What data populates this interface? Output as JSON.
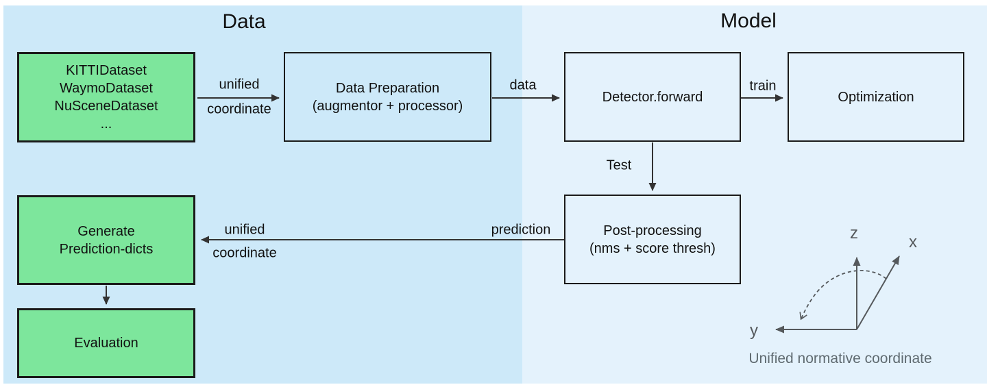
{
  "sections": {
    "data": {
      "title": "Data"
    },
    "model": {
      "title": "Model"
    }
  },
  "nodes": {
    "datasets": {
      "lines": [
        "KITTIDataset",
        "WaymoDataset",
        "NuSceneDataset",
        "..."
      ]
    },
    "data_preparation": {
      "lines": [
        "Data Preparation",
        "(augmentor + processor)"
      ]
    },
    "detector_forward": {
      "label": "Detector.forward"
    },
    "optimization": {
      "label": "Optimization"
    },
    "post_processing": {
      "lines": [
        "Post-processing",
        "(nms + score thresh)"
      ]
    },
    "generate_prediction_dicts": {
      "lines": [
        "Generate",
        "Prediction-dicts"
      ]
    },
    "evaluation": {
      "label": "Evaluation"
    }
  },
  "edges": {
    "datasets_to_preparation": {
      "label_top": "unified",
      "label_bottom": "coordinate"
    },
    "preparation_to_detector": {
      "label": "data"
    },
    "detector_to_optimization": {
      "label": "train"
    },
    "detector_to_postprocessing": {
      "label": "Test"
    },
    "postprocessing_to_generate": {
      "label_right": "prediction",
      "label_top": "unified",
      "label_bottom": "coordinate"
    },
    "generate_to_evaluation": {
      "label": ""
    }
  },
  "coordinate_sketch": {
    "axis_z": "z",
    "axis_x": "x",
    "axis_y": "y",
    "caption": "Unified normative coordinate"
  },
  "colors": {
    "data_panel": "#cde9f9",
    "model_panel": "#e4f2fc",
    "green_fill": "#7de69c",
    "box_border": "#1a1a1a",
    "arrow": "#333333",
    "sketch": "#55595c",
    "caption": "#5f6a70"
  }
}
